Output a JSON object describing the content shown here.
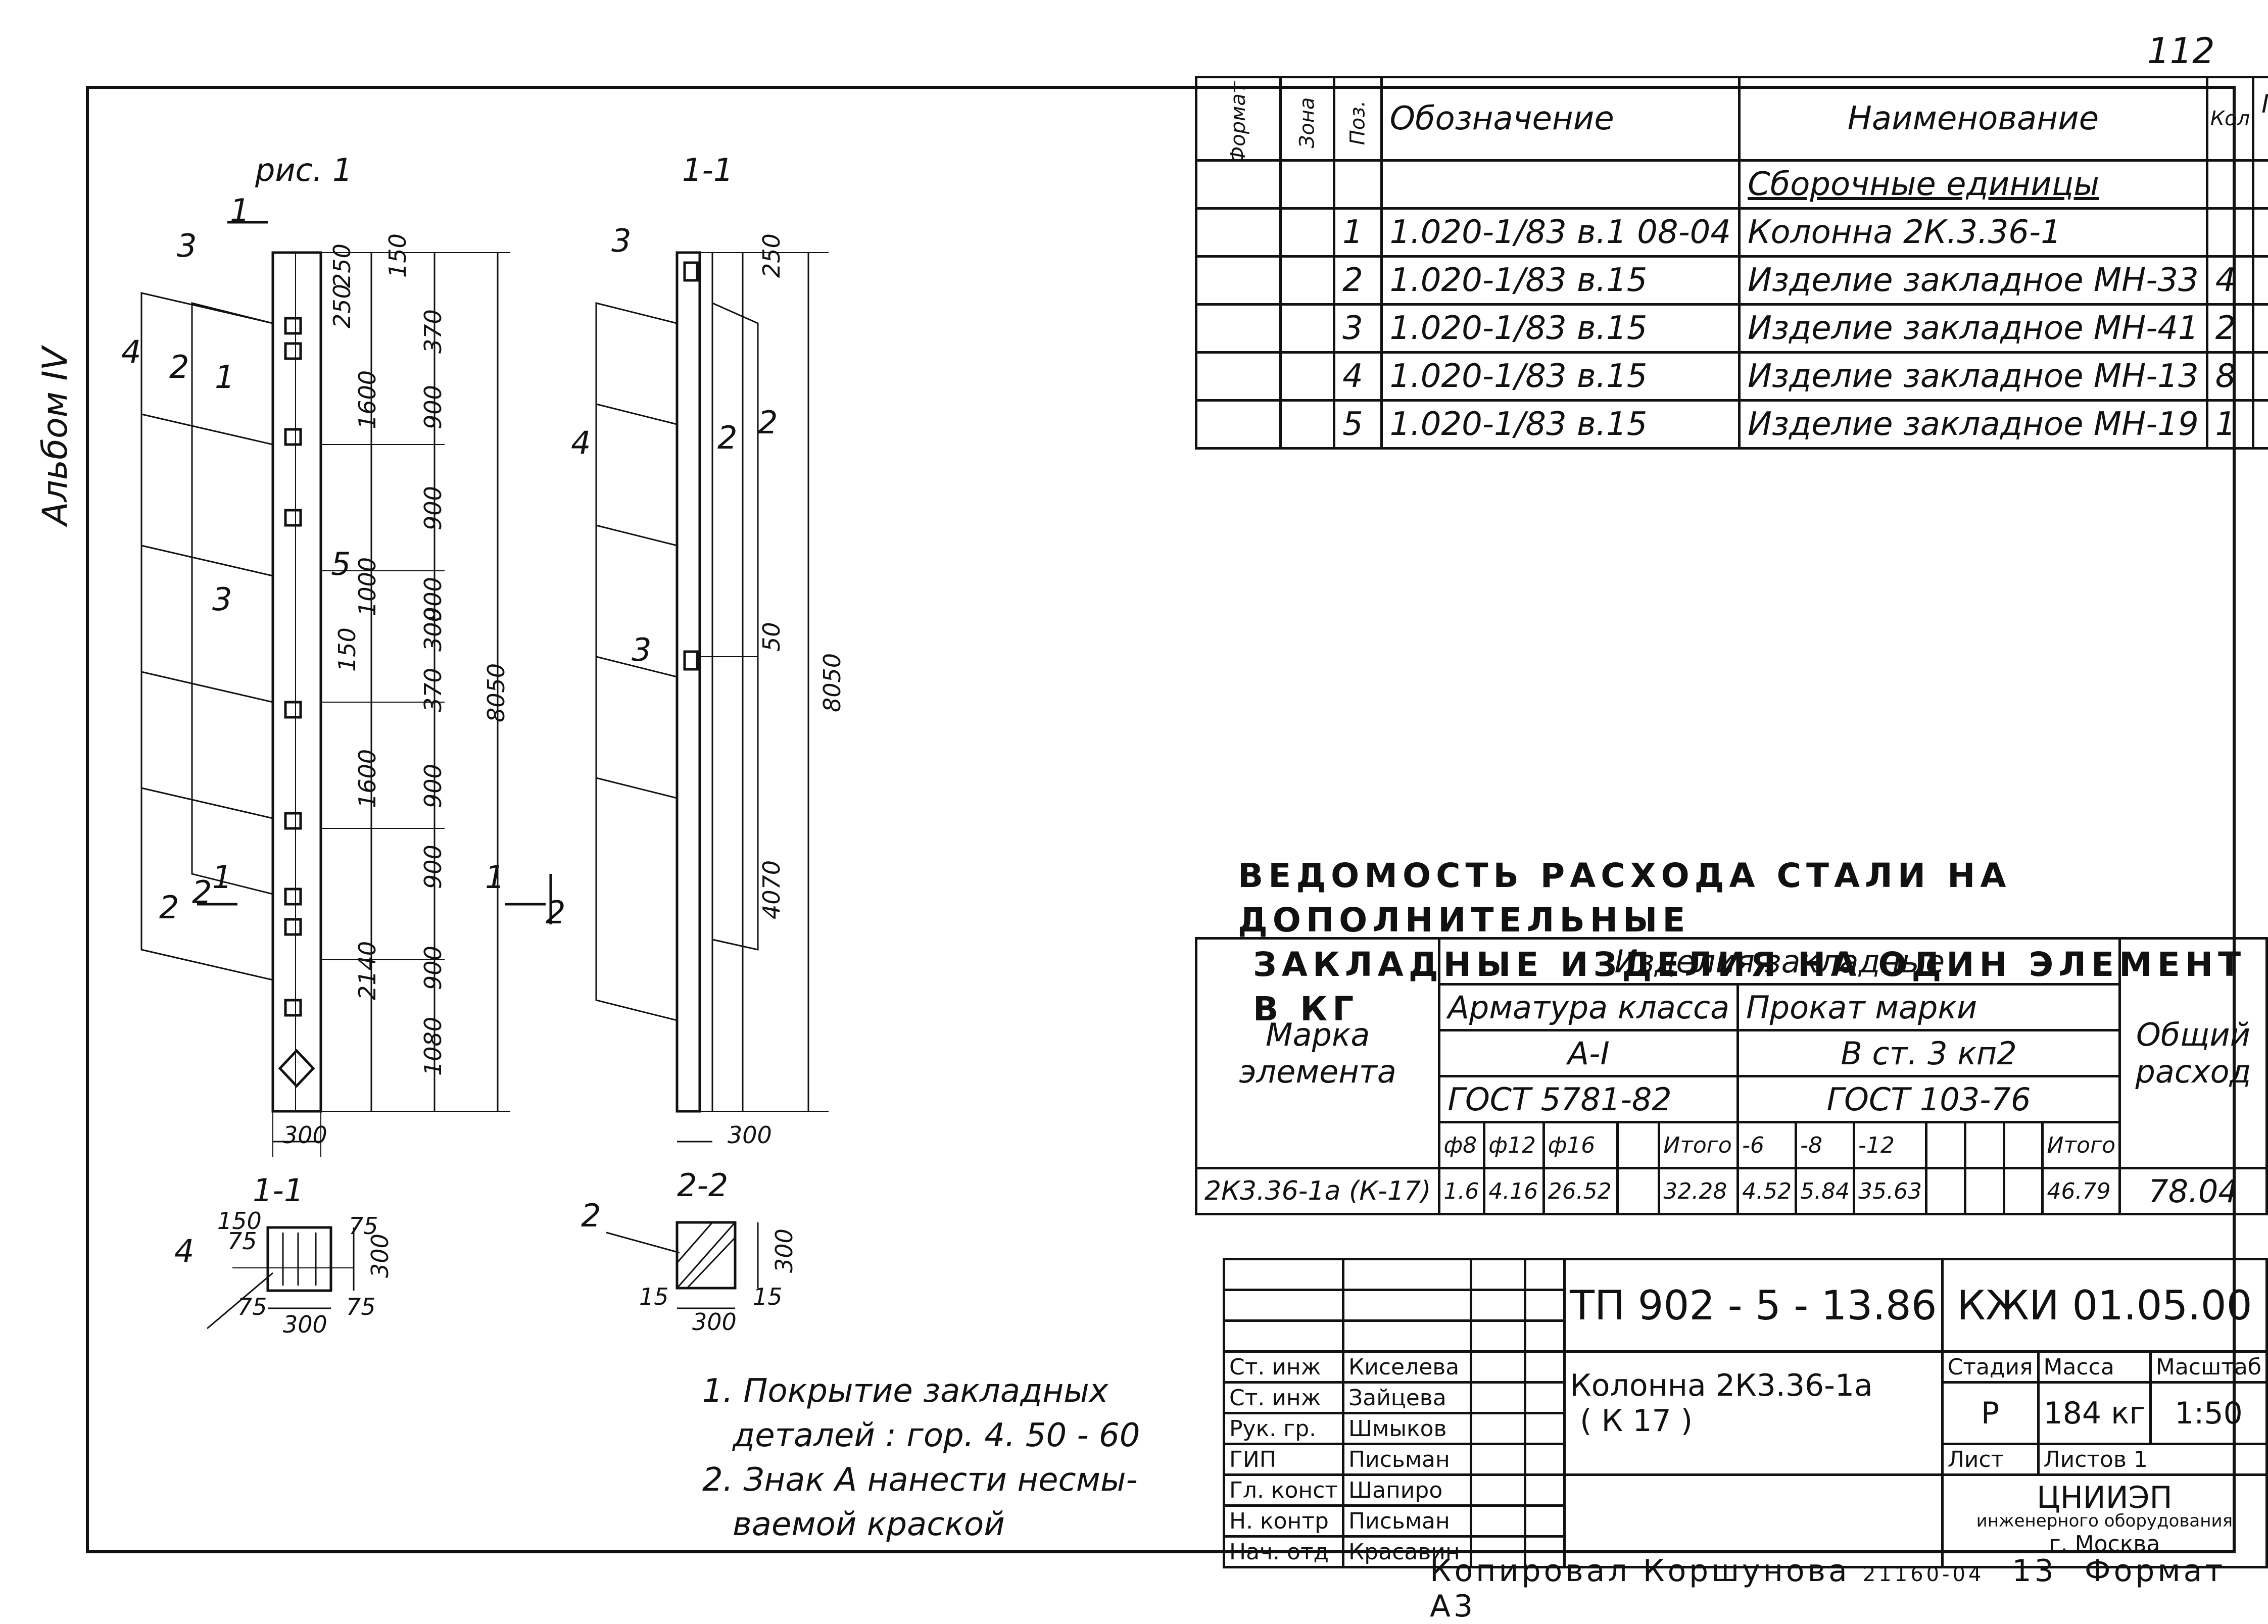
{
  "sheet_number": "112",
  "album": "Альбом IV",
  "figure": {
    "title_main": "рис. 1",
    "title_section": "1-1",
    "section_small_1": "1-1",
    "section_small_2": "2-2",
    "callouts": [
      "3",
      "4",
      "2",
      "1",
      "3",
      "5",
      "1",
      "2",
      "2",
      "3",
      "4",
      "2",
      "3",
      "4",
      "2"
    ],
    "cut_marks": [
      "1",
      "1",
      "2",
      "2"
    ],
    "dims_main": [
      "250",
      "250",
      "150",
      "370",
      "1600",
      "900",
      "900",
      "1000",
      "900",
      "300",
      "370",
      "150",
      "8050",
      "1600",
      "900",
      "900",
      "2140",
      "900",
      "1080",
      "300"
    ],
    "dims_side": [
      "250",
      "50",
      "8050",
      "4070",
      "300"
    ],
    "dims_sec1": [
      "150",
      "75",
      "75",
      "75",
      "75",
      "300",
      "300"
    ],
    "dims_sec2": [
      "300",
      "15",
      "300",
      "15"
    ]
  },
  "spec_table": {
    "headers": {
      "format": "Формат",
      "zone": "Зона",
      "pos": "Поз.",
      "designation": "Обозначение",
      "name": "Наименование",
      "qty": "Кол",
      "note": "Приме-чание"
    },
    "section_title": "Сборочные единицы",
    "rows": [
      {
        "pos": "1",
        "designation": "1.020-1/83 в.1 08-04",
        "name": "Колонна 2К.3.36-1",
        "qty": ""
      },
      {
        "pos": "2",
        "designation": "1.020-1/83 в.15",
        "name": "Изделие закладное МН-33",
        "qty": "4"
      },
      {
        "pos": "3",
        "designation": "1.020-1/83 в.15",
        "name": "Изделие закладное МН-41",
        "qty": "2"
      },
      {
        "pos": "4",
        "designation": "1.020-1/83 в.15",
        "name": "Изделие закладное МН-13",
        "qty": "8"
      },
      {
        "pos": "5",
        "designation": "1.020-1/83 в.15",
        "name": "Изделие закладное МН-19",
        "qty": "1"
      }
    ]
  },
  "steel_table": {
    "title_line1": "ВЕДОМОСТЬ РАСХОДА СТАЛИ НА ДОПОЛНИТЕЛЬНЫЕ",
    "title_line2": "ЗАКЛАДНЫЕ ИЗДЕЛИЯ НА ОДИН ЭЛЕМЕНТ В КГ",
    "mark_label": "Марка элемента",
    "group": "Изделия закладные",
    "rebar_header": "Арматура класса",
    "rebar_class": "А-I",
    "rebar_gost": "ГОСТ 5781-82",
    "rolled_header": "Прокат марки",
    "rolled_grade": "В ст. 3 кп2",
    "rolled_gost": "ГОСТ 103-76",
    "total_header": "Общий расход",
    "sub_cols": [
      "ф8",
      "ф12",
      "ф16",
      "",
      "Итого",
      "-6",
      "-8",
      "-12",
      "",
      "",
      "",
      "Итого"
    ],
    "row": {
      "mark": "2К3.36-1а (К-17)",
      "values": [
        "1.6",
        "4.16",
        "26.52",
        "",
        "32.28",
        "4.52",
        "5.84",
        "35.63",
        "",
        "",
        "",
        "46.79"
      ],
      "total": "78.04"
    }
  },
  "notes": [
    "1. Покрытие закладных",
    "деталей : гор. 4. 50 - 60",
    "2. Знак А нанести несмы-",
    "ваемой краской"
  ],
  "stamp": {
    "doc_code": "ТП 902 - 5 - 13.86",
    "sheet_code": "КЖИ 01.05.00",
    "title_line1": "Колонна 2К3.36-1а",
    "title_line2": "( К 17 )",
    "stage_h": "Стадия",
    "mass_h": "Масса",
    "scale_h": "Масштаб",
    "stage": "Р",
    "mass": "184 кг",
    "scale": "1:50",
    "sheet_h": "Лист",
    "sheets_h": "Листов 1",
    "org1": "ЦНИИЭП",
    "org2": "инженерного оборудования",
    "org3": "г. Москва",
    "people": [
      {
        "role": "Ст. инж",
        "name": "Киселева"
      },
      {
        "role": "Ст. инж",
        "name": "Зайцева"
      },
      {
        "role": "Рук. гр.",
        "name": "Шмыков"
      },
      {
        "role": "ГИП",
        "name": "Письман"
      },
      {
        "role": "Гл. конст",
        "name": "Шапиро"
      },
      {
        "role": "Н. контр",
        "name": "Письман"
      },
      {
        "role": "Нач. отд",
        "name": "Красавин"
      }
    ]
  },
  "copier": {
    "text": "Копировал Коршунова",
    "order": "21160-04",
    "sheet": "13",
    "format": "Формат А3"
  }
}
